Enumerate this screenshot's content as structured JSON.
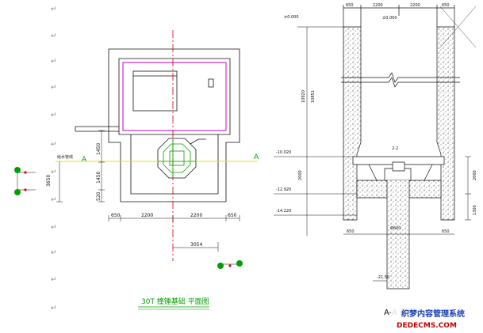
{
  "plan": {
    "title": "30T 撞锤基础 平面图",
    "section_mark": "A",
    "dims_bottom": [
      "650",
      "2200",
      "2200",
      "650"
    ],
    "dims_left": [
      "1450",
      "1450",
      "520"
    ],
    "dim_left_total": "3650",
    "dim_offset": "3054",
    "pipe_label": "给水管线"
  },
  "section": {
    "title": "A-A 剖面",
    "dims_top": [
      "650",
      "2200",
      "2200",
      "650"
    ],
    "top_level": "±0.000",
    "inner_level": "±0.000",
    "levels": [
      "-10.020",
      "-12.920",
      "-14.220",
      "-21.50"
    ],
    "dims_right": [
      "2000",
      "1300"
    ],
    "vertical_dims": [
      "10920",
      "10851"
    ],
    "bottom_dims": [
      "650",
      "650"
    ],
    "pile_label": "Φ600",
    "beam_label": "2-2"
  },
  "watermark": {
    "line1": "织梦内容管理系统",
    "line2": "DEDECMS.COM"
  },
  "colors": {
    "line": "#111111",
    "axis_red": "#d40000",
    "magenta": "#c000c0",
    "green": "#00a000",
    "yellow": "#e6e600",
    "blue": "#0000c8"
  },
  "margin_mark": "↵"
}
